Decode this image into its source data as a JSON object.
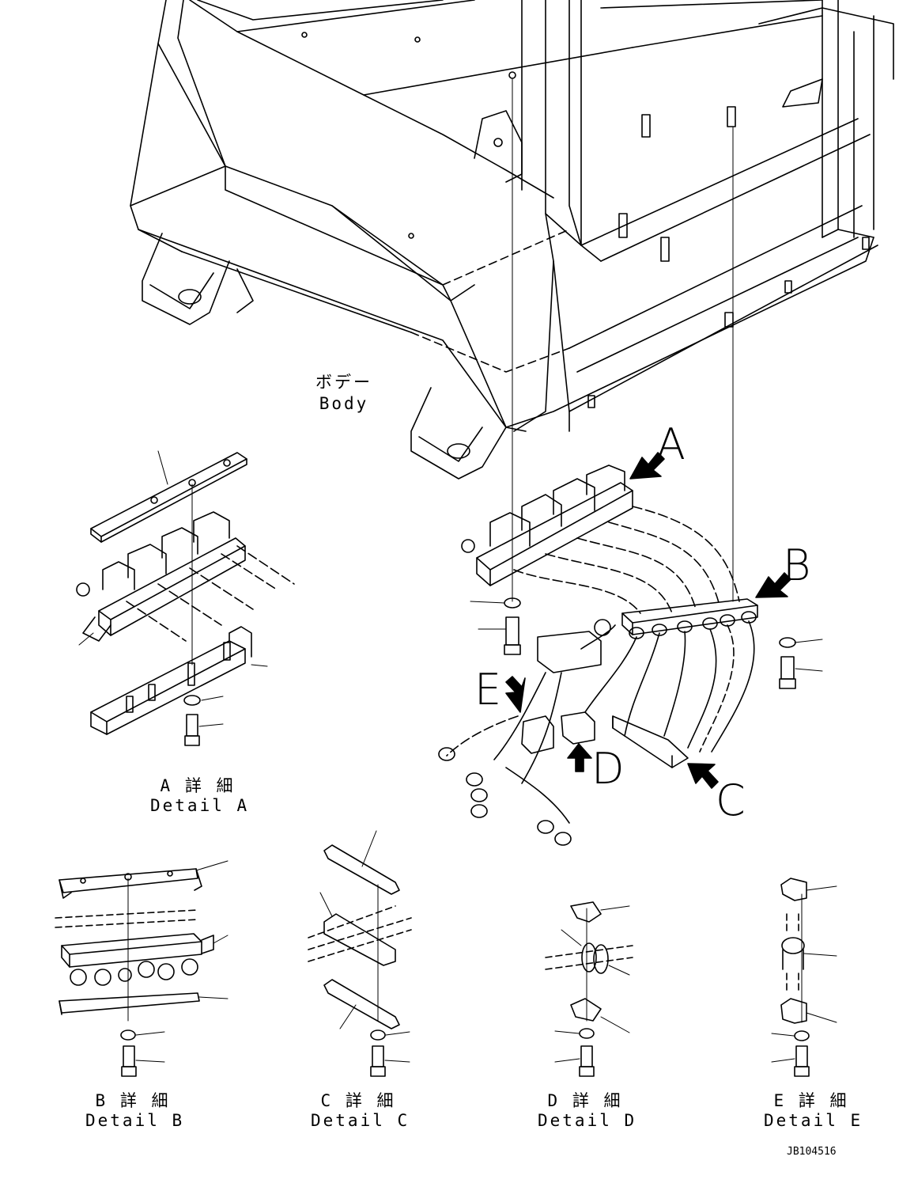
{
  "labels": {
    "body_jp": "ボデー",
    "body_en": "Body",
    "detail_a_jp": "A 詳 細",
    "detail_a_en": "Detail A",
    "detail_b_jp": "B 詳 細",
    "detail_b_en": "Detail B",
    "detail_c_jp": "C 詳 細",
    "detail_c_en": "Detail C",
    "detail_d_jp": "D 詳 細",
    "detail_d_en": "Detail D",
    "detail_e_jp": "E 詳 細",
    "detail_e_en": "Detail E"
  },
  "callouts": {
    "a": "A",
    "b": "B",
    "c": "C",
    "d": "D",
    "e": "E"
  },
  "drawing_code": "JB104516",
  "colors": {
    "ink": "#000000",
    "paper": "#ffffff"
  }
}
